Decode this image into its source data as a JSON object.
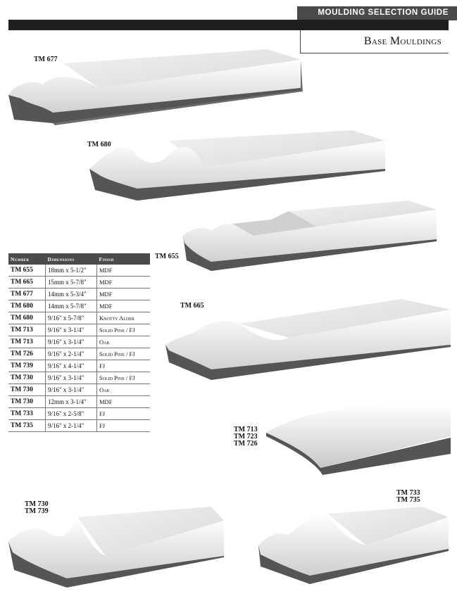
{
  "header": {
    "guide_title": "MOULDING SELECTION GUIDE",
    "section_title": "Base Mouldings"
  },
  "profiles": [
    {
      "id": "tm677",
      "labels": [
        "TM 677"
      ]
    },
    {
      "id": "tm680",
      "labels": [
        "TM 680"
      ]
    },
    {
      "id": "tm655",
      "labels": [
        "TM 655"
      ]
    },
    {
      "id": "tm665",
      "labels": [
        "TM 665"
      ]
    },
    {
      "id": "tm713",
      "labels": [
        "TM 713",
        "TM 723",
        "TM 726"
      ]
    },
    {
      "id": "tm730",
      "labels": [
        "TM 730",
        "TM 739"
      ]
    },
    {
      "id": "tm733",
      "labels": [
        "TM 733",
        "TM 735"
      ]
    }
  ],
  "table": {
    "headers": [
      "Number",
      "Dimensions",
      "Finish"
    ],
    "rows": [
      [
        "TM 655",
        "18mm x 5-1/2\"",
        "MDF"
      ],
      [
        "TM 665",
        "15mm x 5-7/8\"",
        "MDF"
      ],
      [
        "TM 677",
        "14mm x 5-3/4\"",
        "MDF"
      ],
      [
        "TM 680",
        "14mm x 5-7/8\"",
        "MDF"
      ],
      [
        "TM 680",
        "9/16\" x 5-7/8\"",
        "Knotty Alder"
      ],
      [
        "TM 713",
        "9/16\" x 3-1/4\"",
        "Solid Pine / FJ"
      ],
      [
        "TM 713",
        "9/16\" x 3-1/4\"",
        "Oak"
      ],
      [
        "TM 726",
        "9/16\" x 2-1/4\"",
        "Solid Pine / FJ"
      ],
      [
        "TM 739",
        "9/16\" x 4-1/4\"",
        "FJ"
      ],
      [
        "TM 730",
        "9/16\" x 3-1/4\"",
        "Solid Pine / FJ"
      ],
      [
        "TM 730",
        "9/16\" x 3-1/4\"",
        "Oak"
      ],
      [
        "TM 730",
        "12mm x 3-1/4\"",
        "MDF"
      ],
      [
        "TM 733",
        "9/16\" x 2-5/8\"",
        "FJ"
      ],
      [
        "TM 735",
        "9/16\" x 2-1/4\"",
        "FJ"
      ]
    ]
  },
  "colors": {
    "header_bar": "#1f1f1f",
    "header_tab": "#4a4a4a",
    "table_header": "#4b4b4b",
    "moulding_face": "#e6e6e6",
    "moulding_side": "#5a5a5a"
  }
}
